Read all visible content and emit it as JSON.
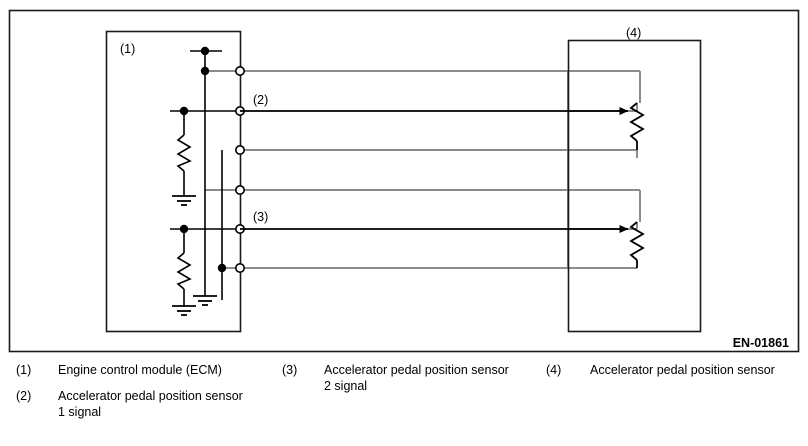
{
  "diagram": {
    "code": "EN-01861",
    "callouts": {
      "ecm": "(1)",
      "signal1": "(2)",
      "signal2": "(3)",
      "sensor": "(4)"
    }
  },
  "legend": {
    "columns": [
      {
        "items": [
          {
            "num": "(1)",
            "text": "Engine control module (ECM)"
          },
          {
            "num": "(2)",
            "text": "Accelerator pedal position sensor\n1 signal"
          }
        ]
      },
      {
        "items": [
          {
            "num": "(3)",
            "text": "Accelerator pedal position sensor\n2 signal"
          }
        ]
      },
      {
        "items": [
          {
            "num": "(4)",
            "text": "Accelerator pedal position sensor"
          }
        ]
      }
    ]
  },
  "colors": {
    "line": "#000000",
    "wire_power": "#8c8c8c",
    "frame": "#1a1a1a",
    "background": "#ffffff"
  }
}
